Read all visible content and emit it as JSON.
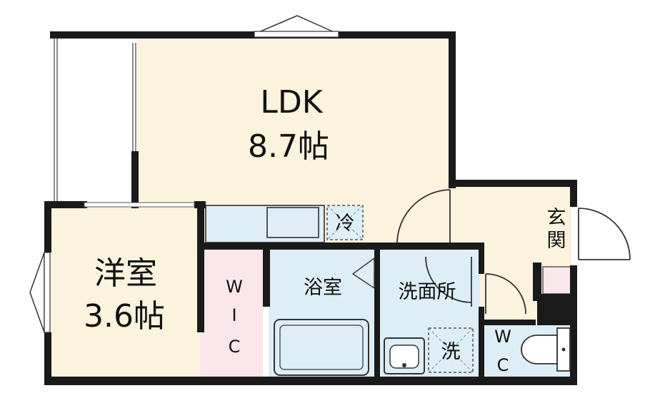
{
  "rooms": {
    "ldk": {
      "name": "LDK",
      "size": "8.7帖"
    },
    "western": {
      "name": "洋室",
      "size": "3.6帖"
    },
    "wic": {
      "line1": "W",
      "line2": "I",
      "line3": "C"
    },
    "bath": {
      "name": "浴室"
    },
    "washroom": {
      "name": "洗面所"
    },
    "toilet": {
      "line1": "W",
      "line2": "C"
    },
    "entrance": {
      "line1": "玄",
      "line2": "関"
    }
  },
  "fixtures": {
    "fridge": "冷",
    "washer": "洗"
  },
  "colors": {
    "room_fill": "#fcf3de",
    "wet_fill": "#ddeef7",
    "closet_fill": "#fbe6ec",
    "wall": "#1a1a1a"
  }
}
